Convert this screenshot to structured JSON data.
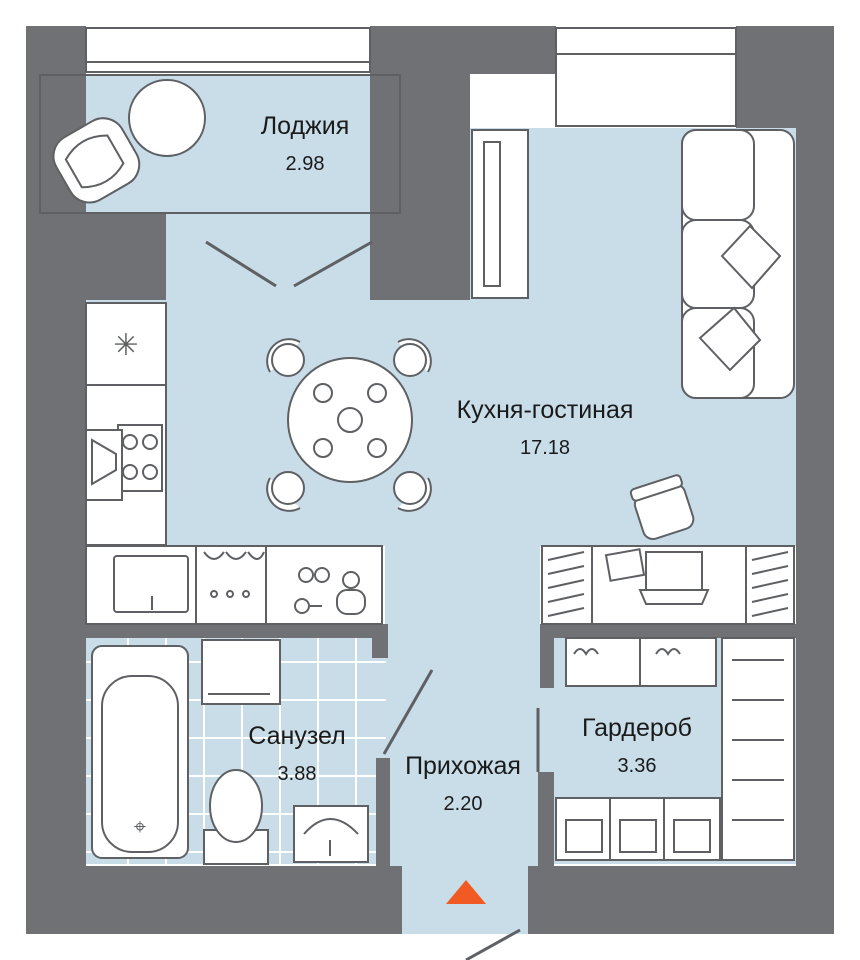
{
  "colors": {
    "wall": "#6f7174",
    "floor": "#c9dde9",
    "furniture_line": "#5e6063",
    "entrance_marker": "#f15a22",
    "background": "#ffffff"
  },
  "rooms": [
    {
      "id": "loggia",
      "name": "Лоджия",
      "area": "2.98"
    },
    {
      "id": "kitchen-living",
      "name": "Кухня-гостиная",
      "area": "17.18"
    },
    {
      "id": "bathroom",
      "name": "Санузел",
      "area": "3.88"
    },
    {
      "id": "hallway",
      "name": "Прихожая",
      "area": "2.20"
    },
    {
      "id": "wardrobe",
      "name": "Гардероб",
      "area": "3.36"
    }
  ],
  "entrance_marker_icon": "triangle-up-icon"
}
